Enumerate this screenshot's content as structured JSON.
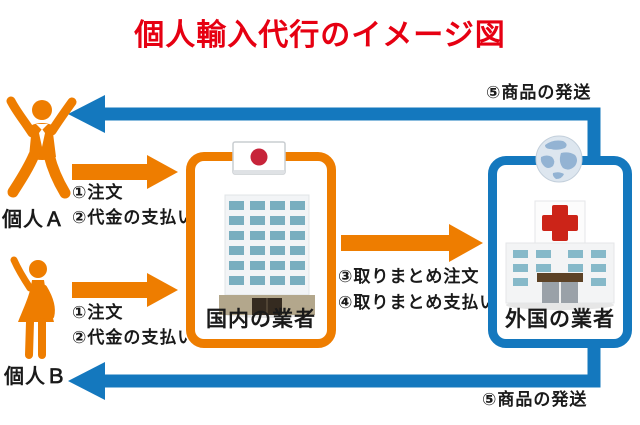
{
  "title": "個人輸入代行のイメージ図",
  "actors": {
    "person_a": {
      "label": "個人Ａ"
    },
    "person_b": {
      "label": "個人Ｂ"
    },
    "domestic_agent": {
      "label": "国内の業者",
      "icon": "japan-flag-icon"
    },
    "foreign_agent": {
      "label": "外国の業者",
      "icon": "globe-icon"
    }
  },
  "flows": {
    "person_a_to_domestic": {
      "steps": [
        "①注文",
        "②代金の支払い"
      ]
    },
    "person_b_to_domestic": {
      "steps": [
        "①注文",
        "②代金の支払い"
      ]
    },
    "domestic_to_foreign": {
      "steps": [
        "③取りまとめ注文",
        "④取りまとめ支払い"
      ]
    },
    "foreign_to_person_a": {
      "label": "⑤商品の発送"
    },
    "foreign_to_person_b": {
      "label": "⑤商品の発送"
    }
  },
  "colors": {
    "title_red": "#e60012",
    "accent_orange": "#ee7d00",
    "accent_blue": "#1478be",
    "flag_red": "#c7243a",
    "cross_red": "#cc2418",
    "text_black": "#1a1a1a"
  }
}
